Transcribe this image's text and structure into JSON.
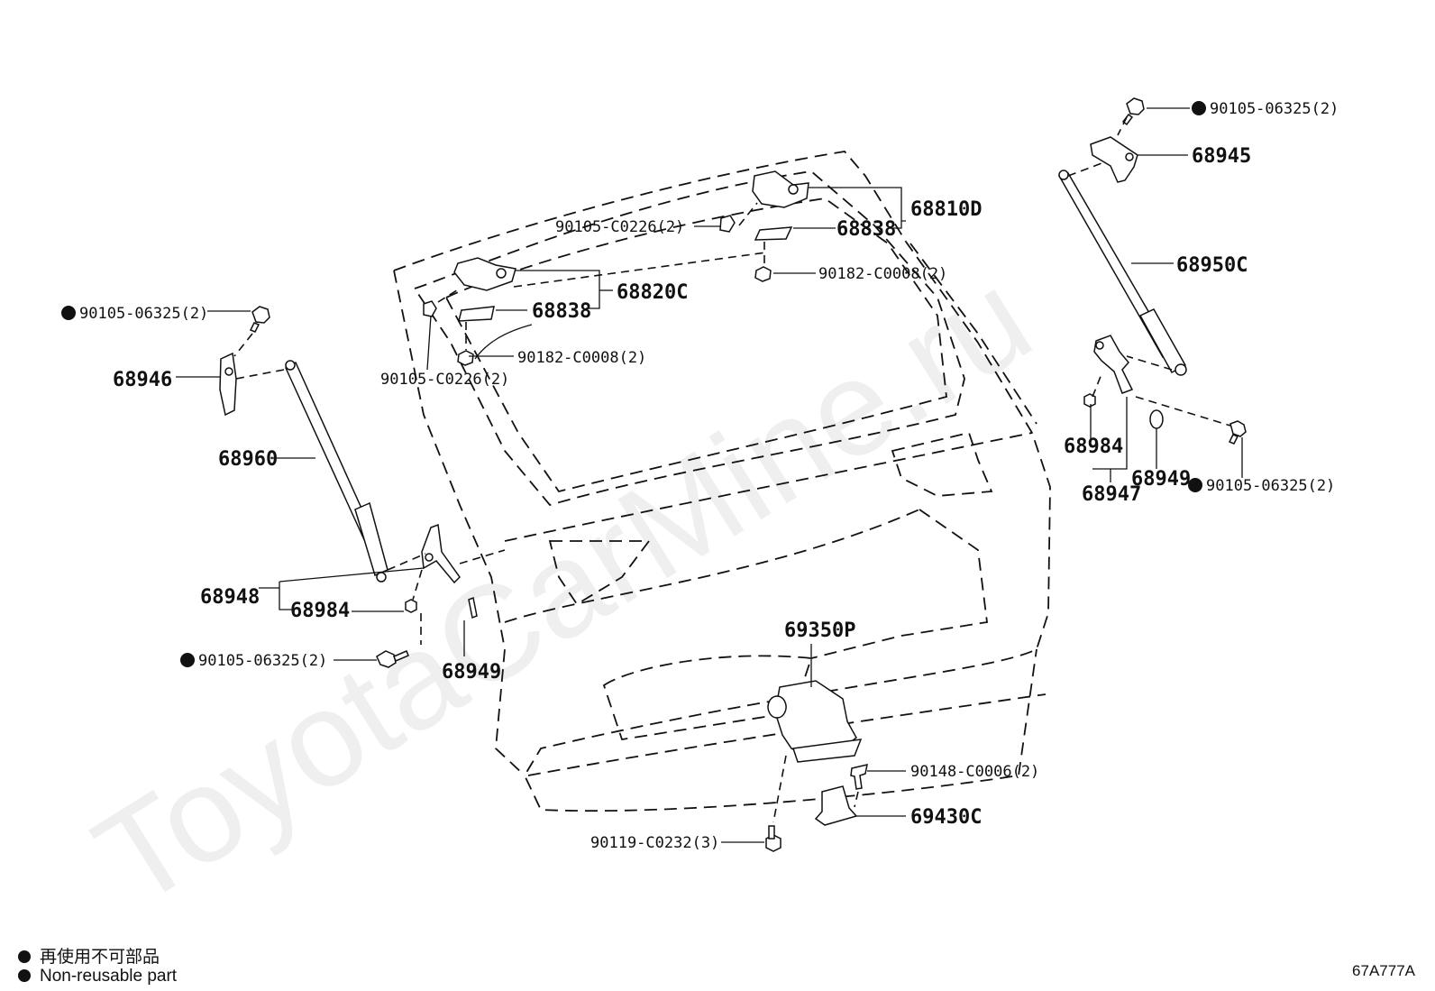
{
  "watermark": "ToyotaCarMine.ru",
  "diagram_code": "67A777A",
  "legend": [
    {
      "text": "再使用不可部品"
    },
    {
      "text": "Non-reusable part"
    }
  ],
  "labels": {
    "p90105_06325_tr": "90105-06325(2)",
    "p68945": "68945",
    "p68950C": "68950C",
    "p68810D": "68810D",
    "p68838_top": "68838",
    "p90105_C0226_top": "90105-C0226(2)",
    "p90182_C0008_top": "90182-C0008(2)",
    "p68820C": "68820C",
    "p68838_left": "68838",
    "p90182_C0008_left": "90182-C0008(2)",
    "p90105_C0226_left": "90105-C0226(2)",
    "p90105_06325_tl": "90105-06325(2)",
    "p68946": "68946",
    "p68960": "68960",
    "p68984_right": "68984",
    "p68947": "68947",
    "p68949_right": "68949",
    "p90105_06325_r": "90105-06325(2)",
    "p68948": "68948",
    "p68984_left": "68984",
    "p90105_06325_bl": "90105-06325(2)",
    "p68949_left": "68949",
    "p69350P": "69350P",
    "p90148_C0006": "90148-C0006(2)",
    "p69430C": "69430C",
    "p90119_C0232": "90119-C0232(3)"
  }
}
